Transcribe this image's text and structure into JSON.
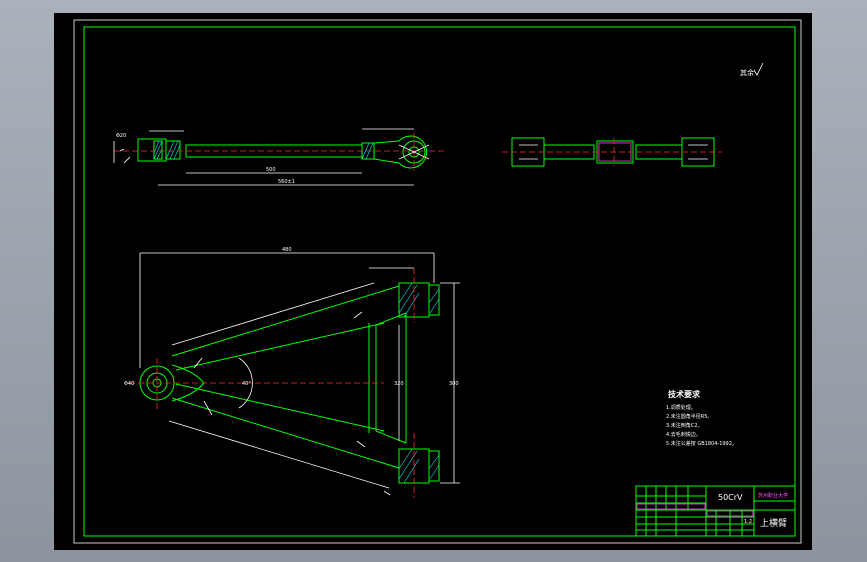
{
  "drawing": {
    "tech_requirements_title": "技术要求",
    "tech_requirements": [
      "1.调质处理。",
      "2.未注圆角半径R5。",
      "3.未注倒角C2。",
      "4.去毛刺锐边。",
      "5.未注公差按 GB1804-1992。"
    ],
    "roughness_note": "其余",
    "title_block": {
      "material": "50CrV",
      "school": "苏州职业大学",
      "part_name": "上横臂",
      "scale": "1:2"
    },
    "dims": {
      "overall_width": "480",
      "rod_length": "500",
      "rod_total": "560±1",
      "height_a": "300",
      "height_b": "320",
      "angle": "40°",
      "left_dia": "Φ40",
      "hole": "Φ20"
    }
  },
  "colors": {
    "frame": "#00ff00",
    "centerline": "#ff2a2a",
    "hatch": "#00e5ff",
    "dimension": "#ffffff"
  }
}
